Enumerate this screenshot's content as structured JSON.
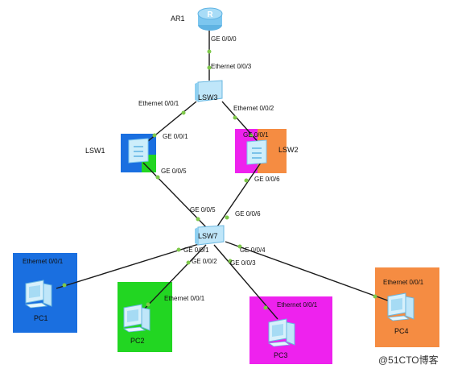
{
  "devices": {
    "ar1": {
      "name": "AR1",
      "glyph": "R"
    },
    "lsw3": {
      "name": "LSW3"
    },
    "lsw1": {
      "name": "LSW1"
    },
    "lsw2": {
      "name": "LSW2"
    },
    "lsw7": {
      "name": "LSW7"
    },
    "pc1": {
      "name": "PC1"
    },
    "pc2": {
      "name": "PC2"
    },
    "pc3": {
      "name": "PC3"
    },
    "pc4": {
      "name": "PC4"
    }
  },
  "ports": {
    "ar1_ge000": "GE 0/0/0",
    "lsw3_eth003": "Ethernet 0/0/3",
    "lsw3_eth001": "Ethernet 0/0/1",
    "lsw3_eth002": "Ethernet 0/0/2",
    "lsw1_ge001": "GE 0/0/1",
    "lsw1_ge005": "GE 0/0/5",
    "lsw2_ge001": "GE 0/0/1",
    "lsw2_ge006": "GE 0/0/6",
    "lsw7_ge005": "GE 0/0/5",
    "lsw7_ge006": "GE 0/0/6",
    "lsw7_ge001": "GE 0/0/1",
    "lsw7_ge002": "GE 0/0/2",
    "lsw7_ge003": "GE 0/0/3",
    "lsw7_ge004": "GE 0/0/4",
    "pc1_eth001": "Ethernet 0/0/1",
    "pc2_eth001": "Ethernet 0/0/1",
    "pc3_eth001": "Ethernet 0/0/1",
    "pc4_eth001": "Ethernet 0/0/1"
  },
  "watermark": "@51CTO博客",
  "colors": {
    "vlan_blue": "#1a6fe0",
    "vlan_green": "#22d622",
    "vlan_magenta": "#ee22ee",
    "vlan_orange": "#f58c42",
    "link": "#1a1a1a",
    "port_dot": "#7ec84a"
  }
}
